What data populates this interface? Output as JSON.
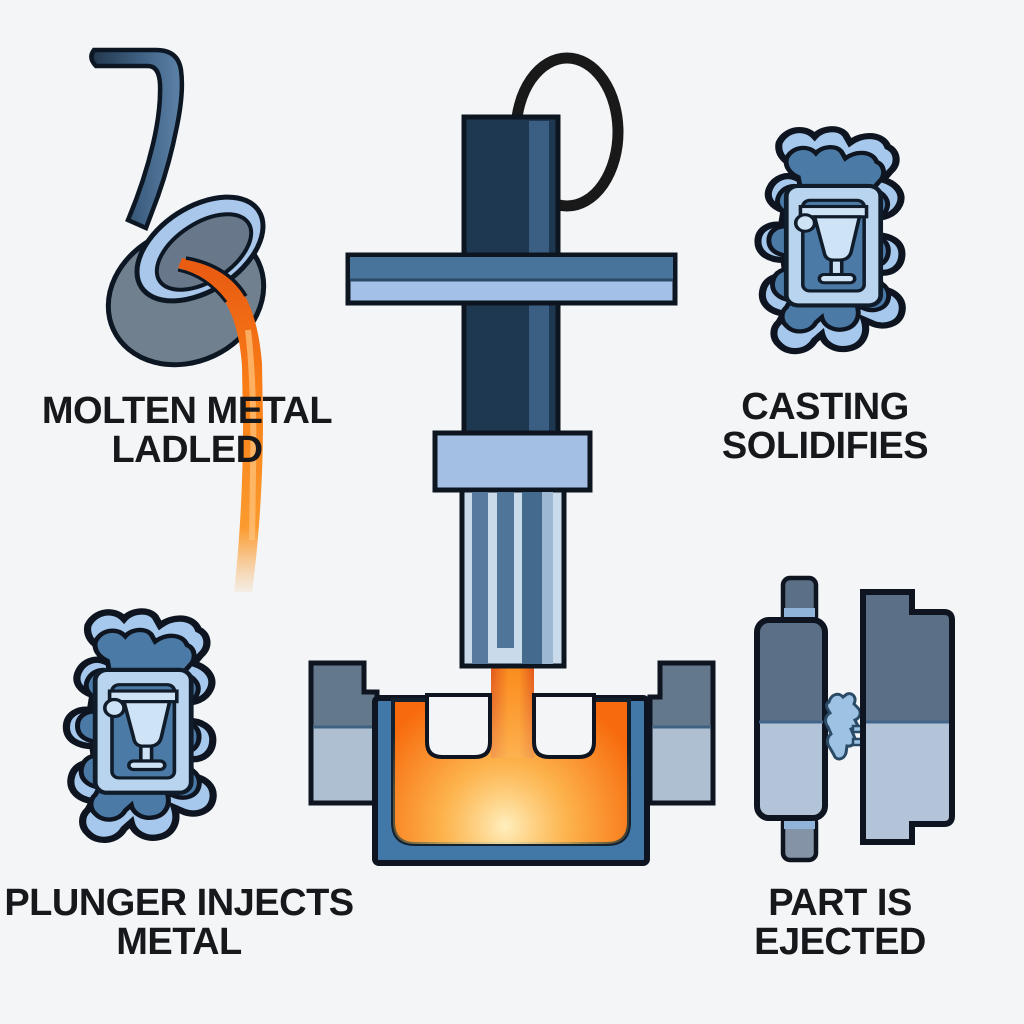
{
  "title": "Die casting process diagram",
  "background_color": "#f3f5f7",
  "text_color": "#17181c",
  "colors": {
    "molten_orange": "#f76b0e",
    "molten_glow": "#fff3c4",
    "steel_dark": "#1d3850",
    "steel_blue": "#48749c",
    "light_blue": "#a2c0e8",
    "die_blue": "#4278a8",
    "casting_band": "#a6c8ec",
    "casting_fill": "#4b7aa6",
    "mold_dark": "#5b7086",
    "mold_light": "#b3c4d8",
    "ladle_gray": "#71808f",
    "outline": "#0e1520"
  },
  "steps": [
    {
      "id": "molten-metal-ladled",
      "lines": [
        "MOLTEN METAL",
        "LADLED"
      ]
    },
    {
      "id": "casting-solidifies",
      "lines": [
        "CASTING",
        "SOLIDIFIES"
      ]
    },
    {
      "id": "plunger-injects-metal",
      "lines": [
        "PLUNGER INJECTS",
        "METAL"
      ]
    },
    {
      "id": "part-is-ejected",
      "lines": [
        "PART IS",
        "EJECTED"
      ]
    }
  ]
}
